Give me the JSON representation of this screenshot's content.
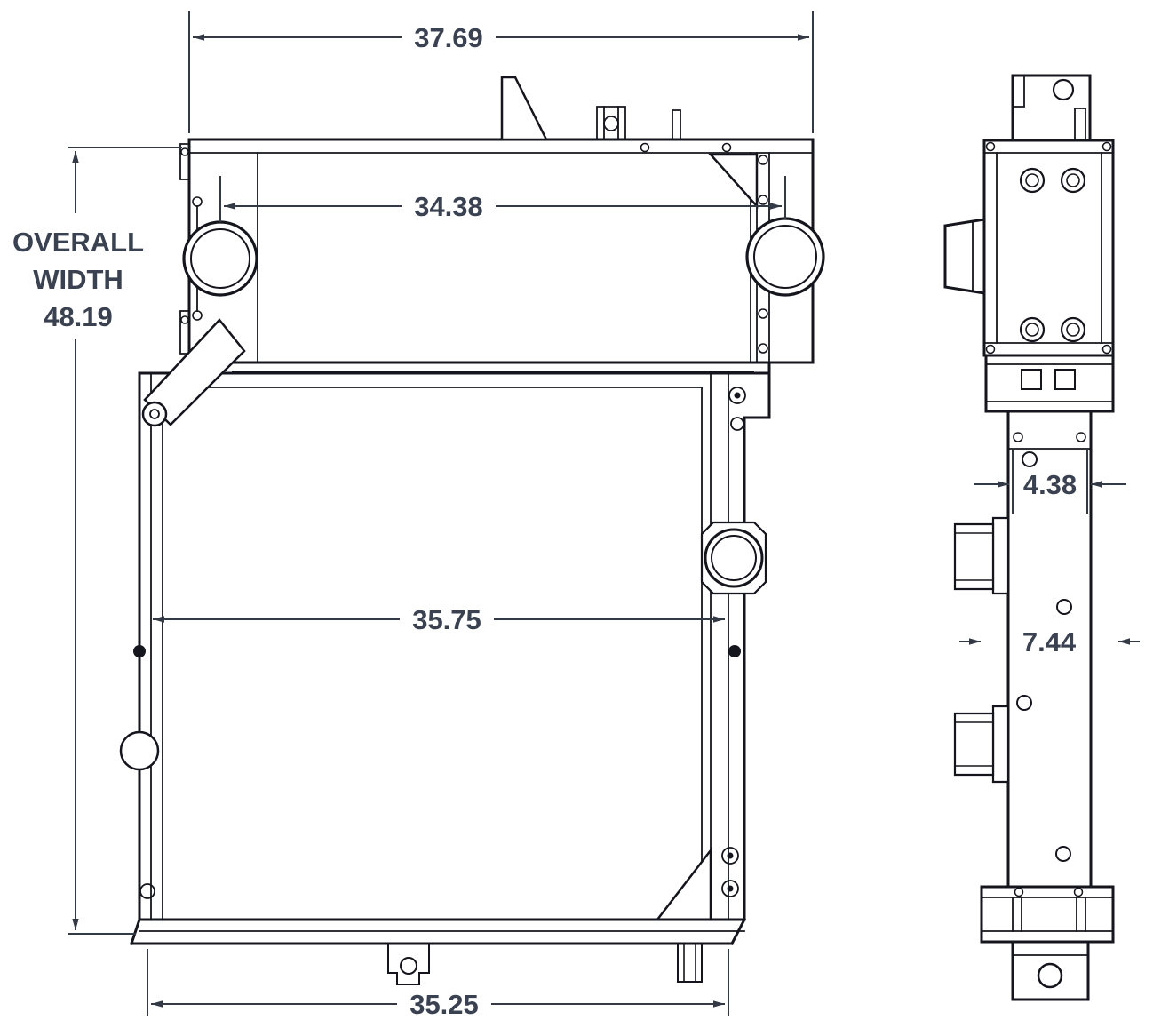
{
  "front_view": {
    "dim_top_width": "37.69",
    "dim_port_spacing": "34.38",
    "overall_width": {
      "line1": "OVERALL",
      "line2": "WIDTH",
      "value": "48.19"
    },
    "dim_core_width": "35.75",
    "dim_bottom_width": "35.25"
  },
  "side_view": {
    "dim_port_offset": "4.38",
    "dim_depth": "7.44"
  },
  "colors": {
    "line": "#15151d",
    "dimension": "#333a45",
    "text": "#3a4150",
    "background": "#ffffff"
  }
}
